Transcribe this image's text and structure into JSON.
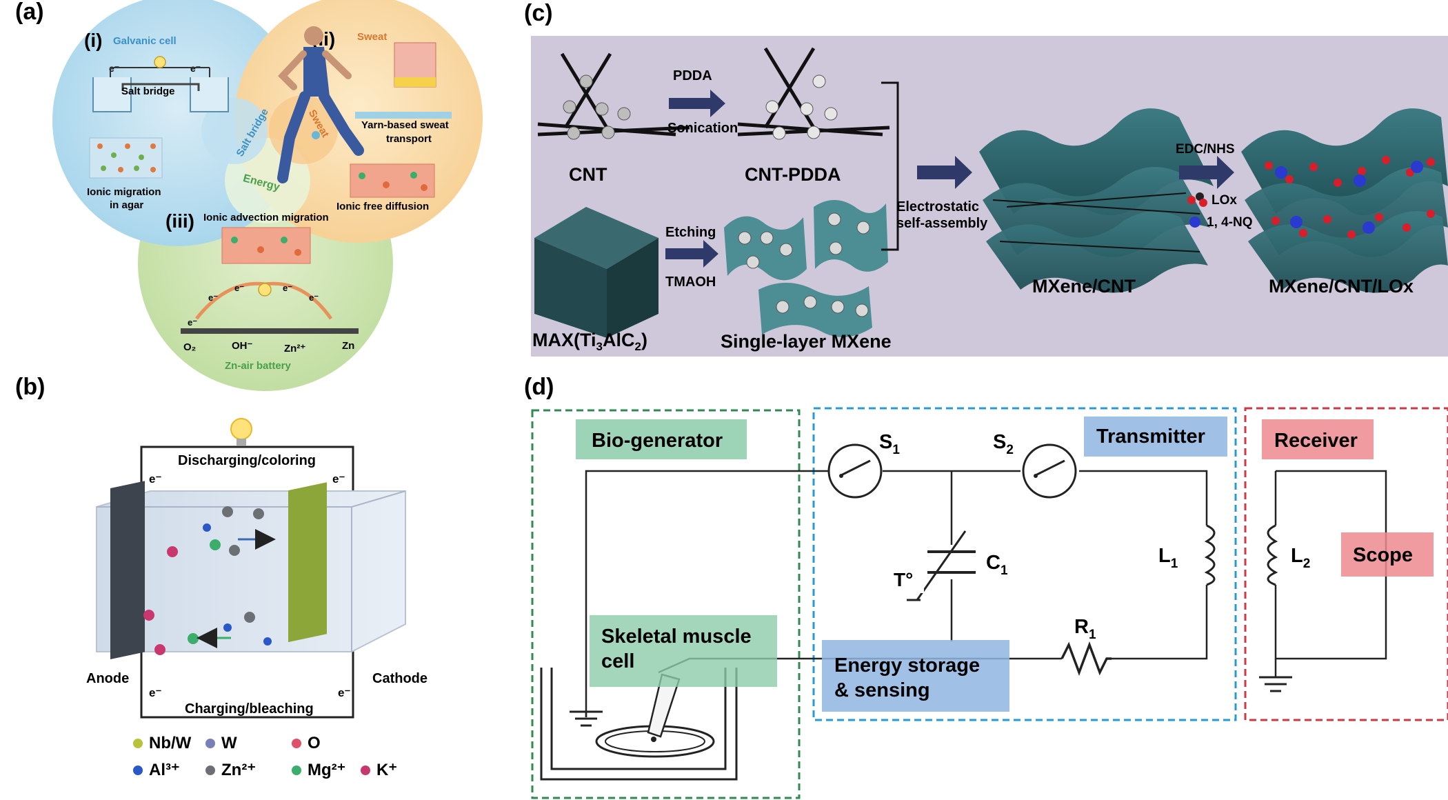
{
  "panels": {
    "a": {
      "label": "(a)",
      "circles": {
        "i": {
          "marker": "(i)",
          "title": "Galvanic cell",
          "salt_bridge": "Salt bridge",
          "electron_left": "e⁻",
          "electron_right": "e⁻",
          "caption_line1": "Ionic migration",
          "caption_line2": "in agar"
        },
        "ii": {
          "marker": "(ii)",
          "title": "Sweat",
          "yarn_line1": "Yarn-based sweat",
          "yarn_line2": "transport",
          "diffusion": "Ionic free diffusion"
        },
        "iii": {
          "marker": "(iii)",
          "advection": "Ionic advection migration",
          "battery": "Zn-air battery",
          "o2": "O₂",
          "oh": "OH⁻",
          "zn_ion": "Zn²⁺",
          "zn": "Zn",
          "electron": "e⁻"
        }
      },
      "overlaps": {
        "salt_bridge": "Salt bridge",
        "sweat": "Sweat",
        "energy": "Energy"
      }
    },
    "b": {
      "label": "(b)",
      "discharging": "Discharging/coloring",
      "charging": "Charging/bleaching",
      "anode": "Anode",
      "cathode": "Cathode",
      "electron": "e⁻",
      "legend": [
        {
          "symbol": "Nb/W",
          "color": "#b7c43a"
        },
        {
          "symbol": "W",
          "color": "#7a7fb8"
        },
        {
          "symbol": "O",
          "color": "#e0506a"
        },
        {
          "symbol": "Al³⁺",
          "color": "#2a58c8"
        },
        {
          "symbol": "Zn²⁺",
          "color": "#6c6f74"
        },
        {
          "symbol": "Mg²⁺",
          "color": "#3aae6a"
        },
        {
          "symbol": "K⁺",
          "color": "#c8386e"
        }
      ]
    },
    "c": {
      "label": "(c)",
      "background": "#cfc8da",
      "cnt": "CNT",
      "cnt_pdda": "CNT-PDDA",
      "pdda": "PDDA",
      "sonication": "Sonication",
      "etching": "Etching",
      "tmaoh": "TMAOH",
      "max_prefix": "MAX(Ti",
      "max_sub1": "3",
      "max_mid": "AlC",
      "max_sub2": "2",
      "max_suffix": ")",
      "single_layer": "Single-layer MXene",
      "assembly_line1": "Electrostatic",
      "assembly_line2": "self-assembly",
      "mxene_cnt": "MXene/CNT",
      "edc": "EDC/NHS",
      "lox": "LOx",
      "nq": "1, 4-NQ",
      "mxene_cnt_lox": "MXene/CNT/LOx"
    },
    "d": {
      "label": "(d)",
      "bio_generator": "Bio-generator",
      "transmitter": "Transmitter",
      "receiver": "Receiver",
      "scope": "Scope",
      "skeletal_line1": "Skeletal muscle",
      "skeletal_line2": "cell",
      "storage_line1": "Energy storage",
      "storage_line2": "& sensing",
      "s1": "S",
      "s1_sub": "1",
      "s2": "S",
      "s2_sub": "2",
      "c1": "C",
      "c1_sub": "1",
      "l1": "L",
      "l1_sub": "1",
      "l2": "L",
      "l2_sub": "2",
      "r1": "R",
      "r1_sub": "1",
      "temp": "T°",
      "colors": {
        "green": "#2e8a4e",
        "blue": "#2a9ad0",
        "red": "#c83a46"
      }
    }
  }
}
